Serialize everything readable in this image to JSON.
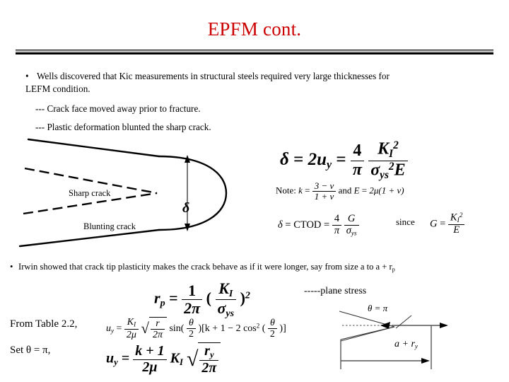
{
  "slide": {
    "title": "EPFM cont.",
    "title_color": "#cc0000",
    "background_color": "#ffffff"
  },
  "bullets": [
    {
      "marker": "•",
      "line1": "Wells discovered that Kic measurements in structural steels required very large thicknesses for",
      "line2": "LEFM condition."
    },
    {
      "marker": "•",
      "line1": "Irwin showed that crack tip plasticity makes the crack behave as if it were longer, say from size a to a + r"
    }
  ],
  "irwin_subscript": "p",
  "dashes": [
    "--- Crack face moved away prior to fracture.",
    "--- Plastic deformation blunted the sharp crack."
  ],
  "crack_diagram": {
    "label_sharp": "Sharp crack",
    "label_blunting": "Blunting crack",
    "label_opening": "δ"
  },
  "equations": {
    "delta_main": {
      "lhs": "δ",
      "eq1": "=",
      "u_y": "2u",
      "u_y_sub": "y",
      "eq2": "=",
      "frac1_num": "4",
      "frac1_den": "π",
      "frac2_num": "K",
      "frac2_num_sub": "I",
      "frac2_num_sup": "2",
      "frac2_den": "σ",
      "frac2_den_sub": "ys",
      "frac2_den_sup": "2",
      "frac2_den_tail": "E"
    },
    "note": {
      "prefix": "Note:",
      "k": "k",
      "eq": "=",
      "num": "3 − ν",
      "den": "1 + ν",
      "and": "and",
      "E": "E",
      "eq2": "=",
      "rhs": "2μ(1 + ν)"
    },
    "ctod": {
      "lhs": "δ",
      "eq1": "=",
      "ctod": "CTOD",
      "eq2": "=",
      "frac1_num": "4",
      "frac1_den": "π",
      "frac2_num": "G",
      "frac2_den": "σ",
      "frac2_den_sub": "ys"
    },
    "since": "since",
    "G": {
      "lhs": "G",
      "eq": "=",
      "num": "K",
      "num_sub": "I",
      "num_sup": "2",
      "den": "E"
    },
    "rp": {
      "lhs": "r",
      "lhs_sub": "p",
      "eq": "=",
      "frac1_num": "1",
      "frac1_den": "2π",
      "open": "(",
      "frac2_num": "K",
      "frac2_num_sub": "I",
      "frac2_den": "σ",
      "frac2_den_sub": "ys",
      "close": ")",
      "power": "2"
    },
    "plane_stress_note": "-----plane stress",
    "from_table_label": "From Table 2.2,",
    "uy_table": {
      "lhs": "u",
      "lhs_sub": "y",
      "eq": "=",
      "frac1_num": "K",
      "frac1_num_sub": "I",
      "frac1_den": "2μ",
      "sqrt_num": "r",
      "sqrt_den": "2π",
      "sin": "sin(",
      "theta_num": "θ",
      "theta_den": "2",
      "mid": ")[k + 1 − 2 cos",
      "cos_pow": "2",
      "cos_open": "(",
      "theta2_num": "θ",
      "theta2_den": "2",
      "tail": ")]"
    },
    "set_theta_label": "Set θ = π,",
    "uy_final": {
      "lhs": "u",
      "lhs_sub": "y",
      "eq": "=",
      "frac_num": "k + 1",
      "frac_den": "2μ",
      "K": "K",
      "K_sub": "I",
      "sqrt_num": "r",
      "sqrt_num_sub": "y",
      "sqrt_den": "2π"
    }
  },
  "theta_diagram": {
    "label_theta": "θ = π",
    "label_length": "a + r",
    "label_length_sub": "y"
  }
}
